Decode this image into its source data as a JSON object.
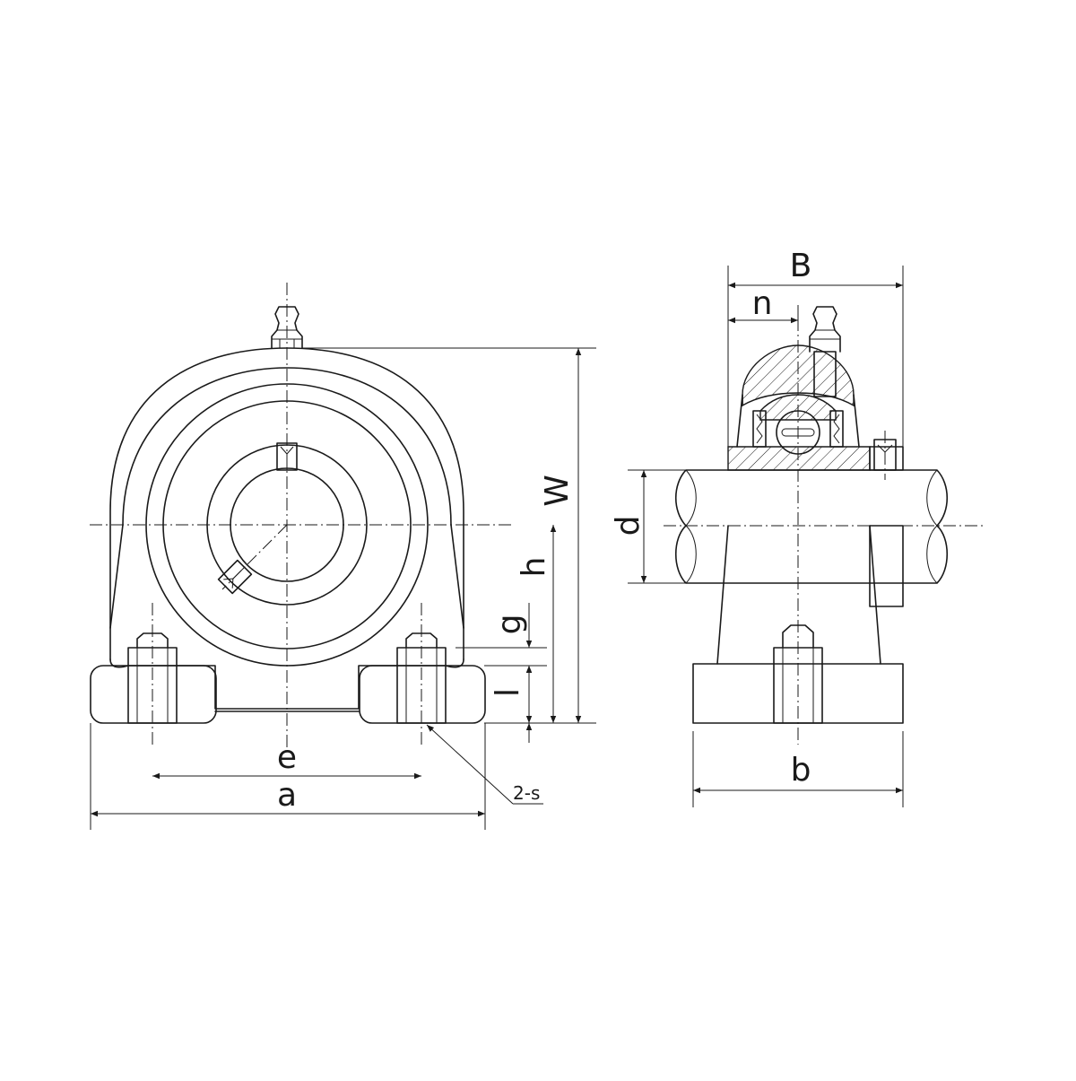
{
  "labels": {
    "W": "W",
    "h": "h",
    "g": "g",
    "l": "l",
    "e": "e",
    "a": "a",
    "s": "2-s",
    "B": "B",
    "n": "n",
    "d": "d",
    "b": "b"
  }
}
